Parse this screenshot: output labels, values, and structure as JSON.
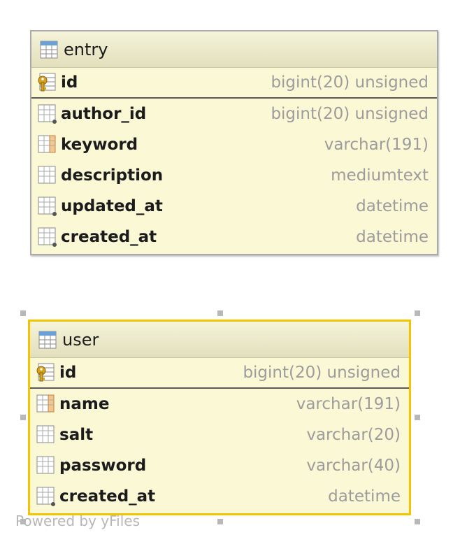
{
  "tables": [
    {
      "name": "entry",
      "columns": [
        {
          "name": "id",
          "type": "bigint(20) unsigned",
          "icon": "key-icon"
        },
        {
          "name": "author_id",
          "type": "bigint(20) unsigned",
          "icon": "column-fk-icon"
        },
        {
          "name": "keyword",
          "type": "varchar(191)",
          "icon": "column-indexed-icon"
        },
        {
          "name": "description",
          "type": "mediumtext",
          "icon": "column-icon"
        },
        {
          "name": "updated_at",
          "type": "datetime",
          "icon": "column-dot-icon"
        },
        {
          "name": "created_at",
          "type": "datetime",
          "icon": "column-dot-icon"
        }
      ]
    },
    {
      "name": "user",
      "columns": [
        {
          "name": "id",
          "type": "bigint(20) unsigned",
          "icon": "key-icon"
        },
        {
          "name": "name",
          "type": "varchar(191)",
          "icon": "column-indexed-icon"
        },
        {
          "name": "salt",
          "type": "varchar(20)",
          "icon": "column-icon"
        },
        {
          "name": "password",
          "type": "varchar(40)",
          "icon": "column-icon"
        },
        {
          "name": "created_at",
          "type": "datetime",
          "icon": "column-dot-icon"
        }
      ]
    }
  ],
  "footer": "Powered by yFiles",
  "colors": {
    "table_bg": "#fbf8d6",
    "selection_border": "#f5c400",
    "type_text": "#9c9c9c"
  }
}
